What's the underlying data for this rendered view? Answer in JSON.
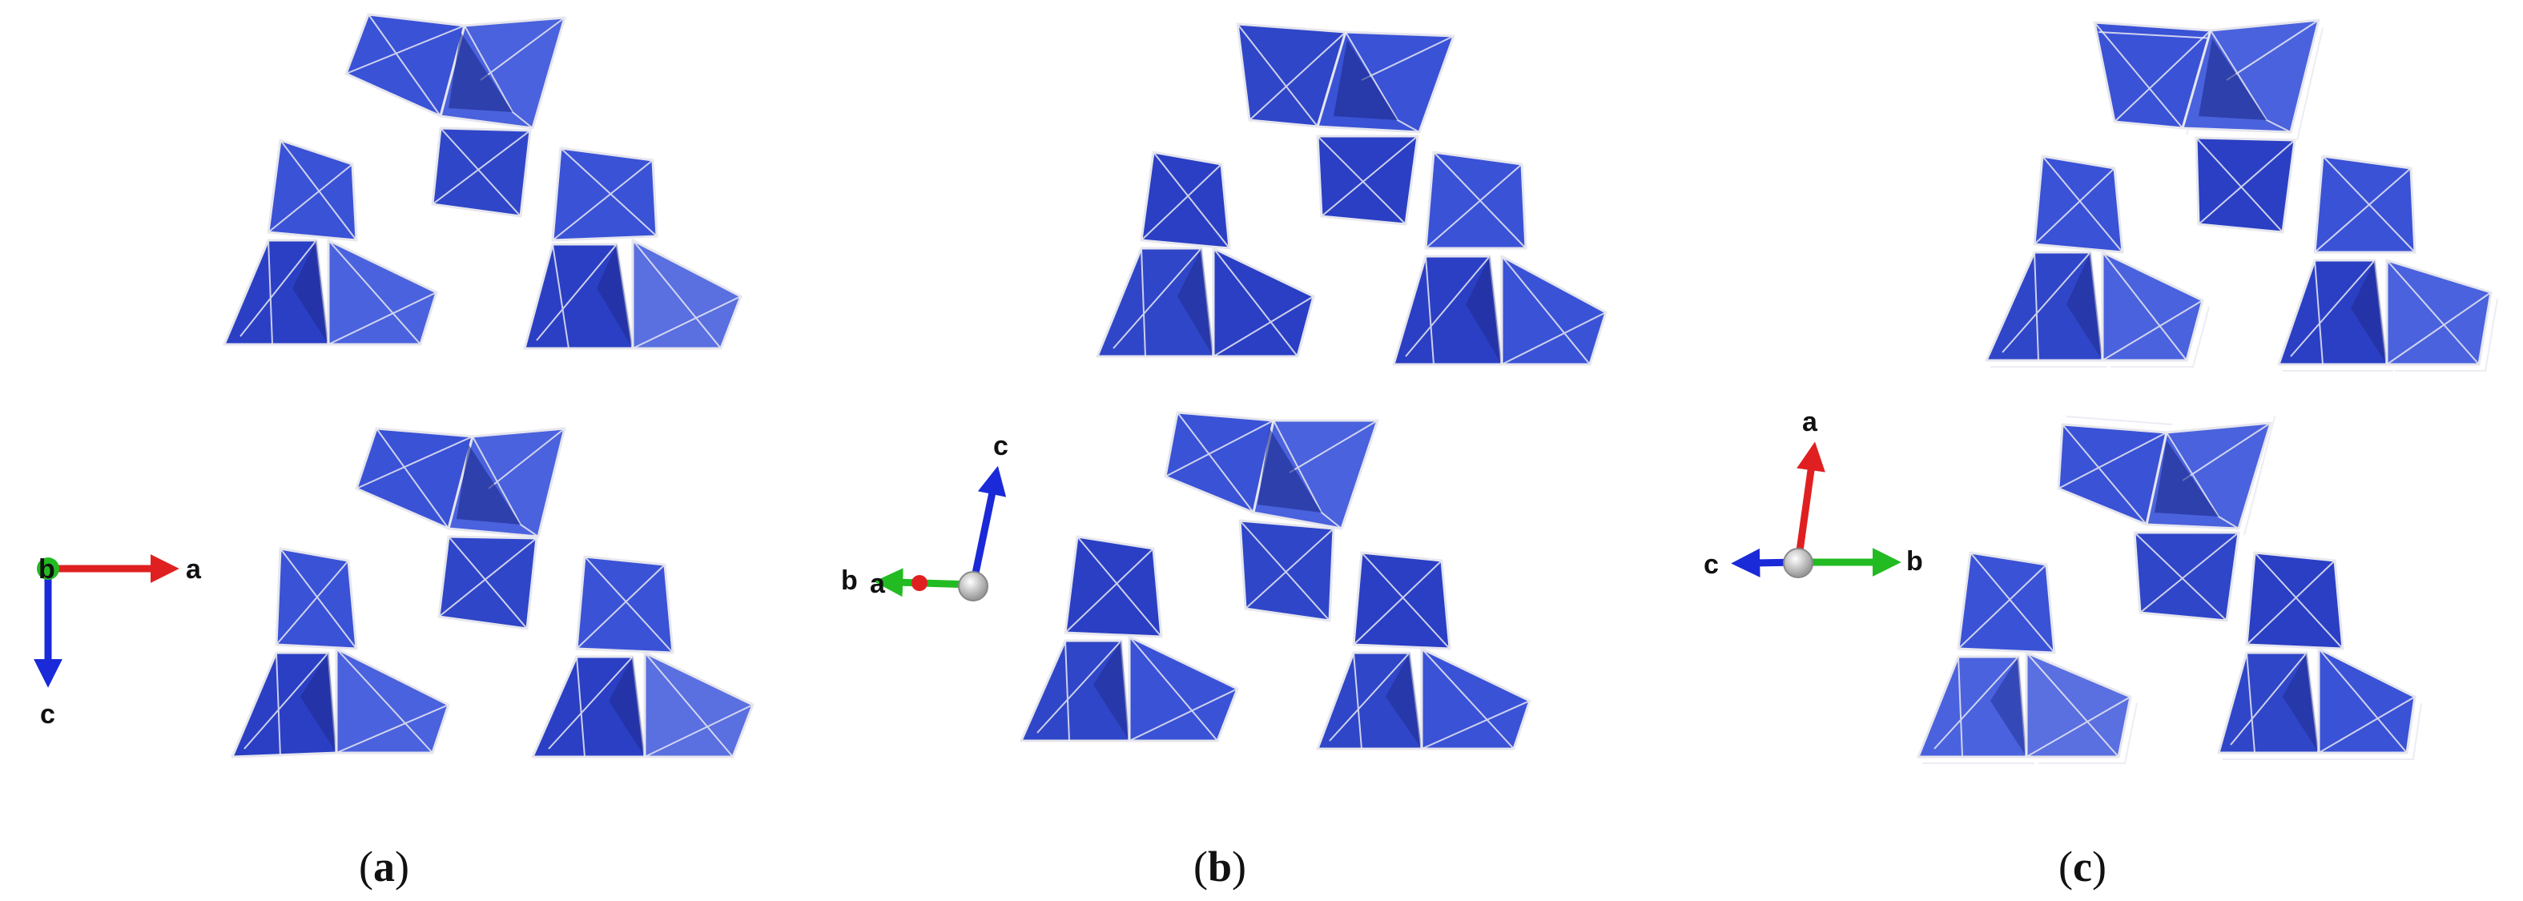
{
  "panels": [
    {
      "id": "a",
      "caption_open": "(",
      "caption_letter": "a",
      "caption_close": ")",
      "axes": [
        "b",
        "a",
        "c"
      ]
    },
    {
      "id": "b",
      "caption_open": "(",
      "caption_letter": "b",
      "caption_close": ")",
      "axes": [
        "c",
        "b",
        "a"
      ]
    },
    {
      "id": "c",
      "caption_open": "(",
      "caption_letter": "c",
      "caption_close": ")",
      "axes": [
        "a",
        "c",
        "b"
      ]
    }
  ],
  "colors": {
    "polyhedron_dark": "#2a3fc4",
    "polyhedron_mid": "#3a52d6",
    "polyhedron_light": "#5a6fe0",
    "edge": "#e6e6ee",
    "axis_a": "#e02020",
    "axis_b": "#22bb22",
    "axis_c": "#1a2ad8",
    "origin": "#cccccc"
  },
  "icons": {
    "polyhedron": "tetrahedron-icon",
    "axis": "axis-arrow-icon"
  }
}
